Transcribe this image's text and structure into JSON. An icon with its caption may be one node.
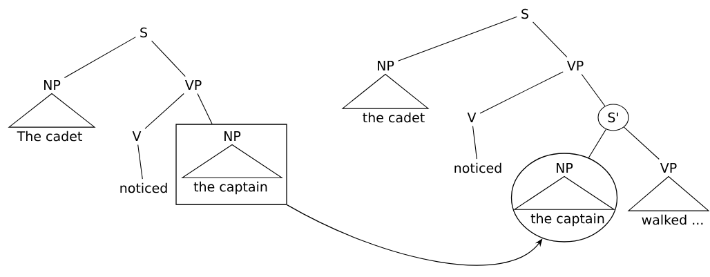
{
  "diagram": {
    "nodes": [
      {
        "text": [
          "S"
        ]
      },
      {
        "text": [
          "NP"
        ]
      },
      {
        "text": [
          "VP"
        ]
      },
      {
        "text": [
          "The cadet"
        ]
      },
      {
        "text": [
          "V"
        ]
      },
      {
        "text": [],
        "shape": "box"
      },
      {
        "text": [
          "NP"
        ],
        "in": 5
      },
      {
        "text": [
          "noticed"
        ]
      },
      {
        "text": [
          "the captain"
        ],
        "in": 5
      },
      {
        "text": [
          "S"
        ]
      },
      {
        "text": [
          "NP"
        ]
      },
      {
        "text": [
          "VP"
        ]
      },
      {
        "text": [
          "the cadet"
        ]
      },
      {
        "text": [
          "V"
        ]
      },
      {
        "text": [
          "S'"
        ]
      },
      {
        "text": [
          "noticed"
        ]
      },
      {
        "text": [],
        "shape": "ellipse"
      },
      {
        "text": [
          "NP"
        ],
        "in": 16
      },
      {
        "text": [
          "VP"
        ]
      },
      {
        "text": [
          "the captain"
        ],
        "in": 16
      },
      {
        "text": [
          "walked ..."
        ]
      }
    ],
    "edges": [
      {
        "from": 0,
        "to": 1,
        "arrow": "none"
      },
      {
        "from": 0,
        "to": 2,
        "arrow": "none"
      },
      {
        "from": 1,
        "to": 3,
        "arrow": "none"
      },
      {
        "from": 2,
        "to": 4,
        "arrow": "none"
      },
      {
        "from": 2,
        "to": 5,
        "arrow": "none"
      },
      {
        "from": 4,
        "to": 7,
        "arrow": "none"
      },
      {
        "from": 6,
        "to": 8,
        "arrow": "none"
      },
      {
        "from": 9,
        "to": 10,
        "arrow": "none"
      },
      {
        "from": 9,
        "to": 11,
        "arrow": "none"
      },
      {
        "from": 10,
        "to": 12,
        "arrow": "none"
      },
      {
        "from": 11,
        "to": 13,
        "arrow": "none"
      },
      {
        "from": 11,
        "to": 14,
        "arrow": "none"
      },
      {
        "from": 13,
        "to": 15,
        "arrow": "none"
      },
      {
        "from": 14,
        "to": 16,
        "arrow": "none"
      },
      {
        "from": 14,
        "to": 18,
        "arrow": "none"
      },
      {
        "from": 17,
        "to": 19,
        "arrow": "none"
      },
      {
        "from": 18,
        "to": 20,
        "arrow": "none"
      },
      {
        "from": 5,
        "to": 16,
        "arrow": "to"
      }
    ]
  }
}
